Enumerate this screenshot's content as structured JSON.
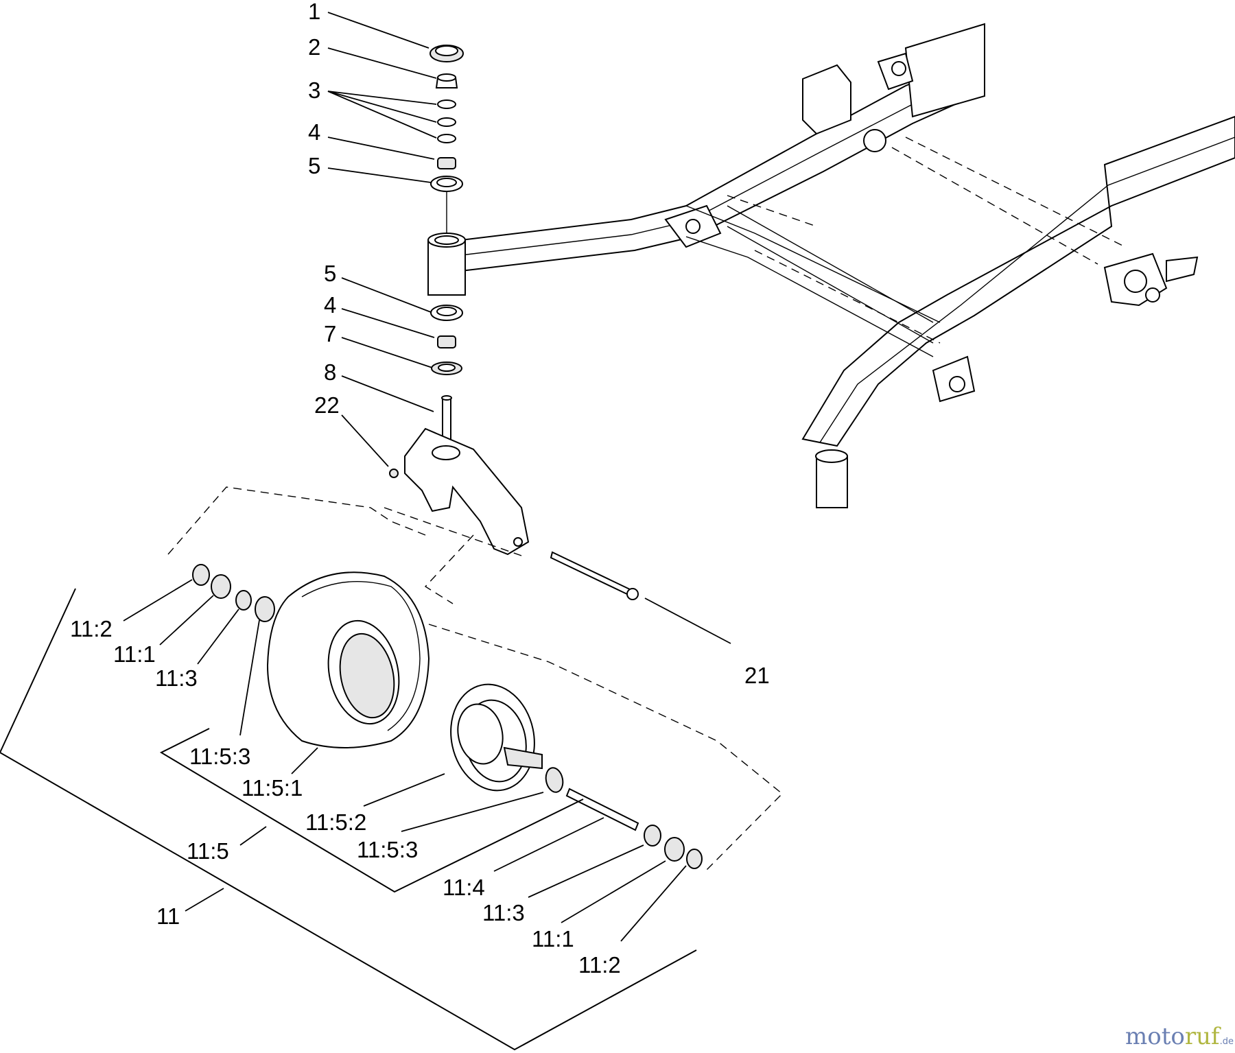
{
  "callouts": {
    "c1": "1",
    "c2": "2",
    "c3": "3",
    "c4a": "4",
    "c5a": "5",
    "c5b": "5",
    "c4b": "4",
    "c7": "7",
    "c8": "8",
    "c22": "22",
    "c21": "21",
    "c11_2a": "11:2",
    "c11_1a": "11:1",
    "c11_3a": "11:3",
    "c11_5_3a": "11:5:3",
    "c11_5_1": "11:5:1",
    "c11_5_2": "11:5:2",
    "c11_5_3b": "11:5:3",
    "c11_5": "11:5",
    "c11": "11",
    "c11_4": "11:4",
    "c11_3b": "11:3",
    "c11_1b": "11:1",
    "c11_2b": "11:2"
  },
  "watermark": {
    "part1": "moto",
    "part2": "ruf",
    "suffix": ".de"
  }
}
